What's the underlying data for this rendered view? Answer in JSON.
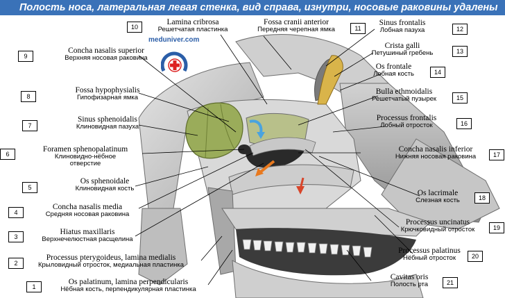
{
  "title": "Полость носа, латеральная левая стенка, вид справа, изнутри, носовые раковины удалены",
  "watermark": "meduniver.com",
  "colors": {
    "banner": "#3a72b8",
    "sinus_sphenoidal": "#9aac5a",
    "bone_light": "#dcdcdc",
    "bone_mid": "#b9b9b9",
    "bone_dark": "#7a7a7a",
    "cavity": "#2a2a2a",
    "crista_galli": "#d9b44a",
    "arrow_blue": "#4aa3df",
    "arrow_orange": "#e8791e",
    "arrow_red": "#d8452a"
  },
  "labels": [
    {
      "num": "1",
      "latin": "Os palatinum, lamina perpendicularis",
      "russian": "Нёбная кость, перпендикулярная пластинка"
    },
    {
      "num": "2",
      "latin": "Processus pterygoideus, lamina medialis",
      "russian": "Крыловидный отросток, медиальная пластинка"
    },
    {
      "num": "3",
      "latin": "Hiatus maxillaris",
      "russian": "Верхнечелюстная расщелина"
    },
    {
      "num": "4",
      "latin": "Concha nasalis media",
      "russian": "Средняя носовая раковина"
    },
    {
      "num": "5",
      "latin": "Os sphenoidale",
      "russian": "Клиновидная кость"
    },
    {
      "num": "6",
      "latin": "Foramen sphenopalatinum",
      "russian": "Клиновидно-нёбное отверстие"
    },
    {
      "num": "7",
      "latin": "Sinus sphenoidalis",
      "russian": "Клиновидная пазуха"
    },
    {
      "num": "8",
      "latin": "Fossa hypophysialis",
      "russian": "Гипофизарная ямка"
    },
    {
      "num": "9",
      "latin": "Concha nasalis superior",
      "russian": "Верхняя носовая раковина"
    },
    {
      "num": "10",
      "latin": "Lamina cribrosa",
      "russian": "Решетчатая пластинка"
    },
    {
      "num": "11",
      "latin": "Fossa cranii anterior",
      "russian": "Передняя черепная ямка"
    },
    {
      "num": "12",
      "latin": "Sinus frontalis",
      "russian": "Лобная пазуха"
    },
    {
      "num": "13",
      "latin": "Crista galli",
      "russian": "Петушиный гребень"
    },
    {
      "num": "14",
      "latin": "Os frontale",
      "russian": "Лобная кость"
    },
    {
      "num": "15",
      "latin": "Bulla ethmoidalis",
      "russian": "Решетчатый пузырек"
    },
    {
      "num": "16",
      "latin": "Processus frontalis",
      "russian": "Лобный отросток"
    },
    {
      "num": "17",
      "latin": "Concha nasalis inferior",
      "russian": "Нижняя носовая раковина"
    },
    {
      "num": "18",
      "latin": "Os lacrimale",
      "russian": "Слезная кость"
    },
    {
      "num": "19",
      "latin": "Processus uncinatus",
      "russian": "Крючковидный отросток"
    },
    {
      "num": "20",
      "latin": "Processus palatinus",
      "russian": "Нёбный отросток"
    },
    {
      "num": "21",
      "latin": "Cavitas oris",
      "russian": "Полость рта"
    }
  ]
}
